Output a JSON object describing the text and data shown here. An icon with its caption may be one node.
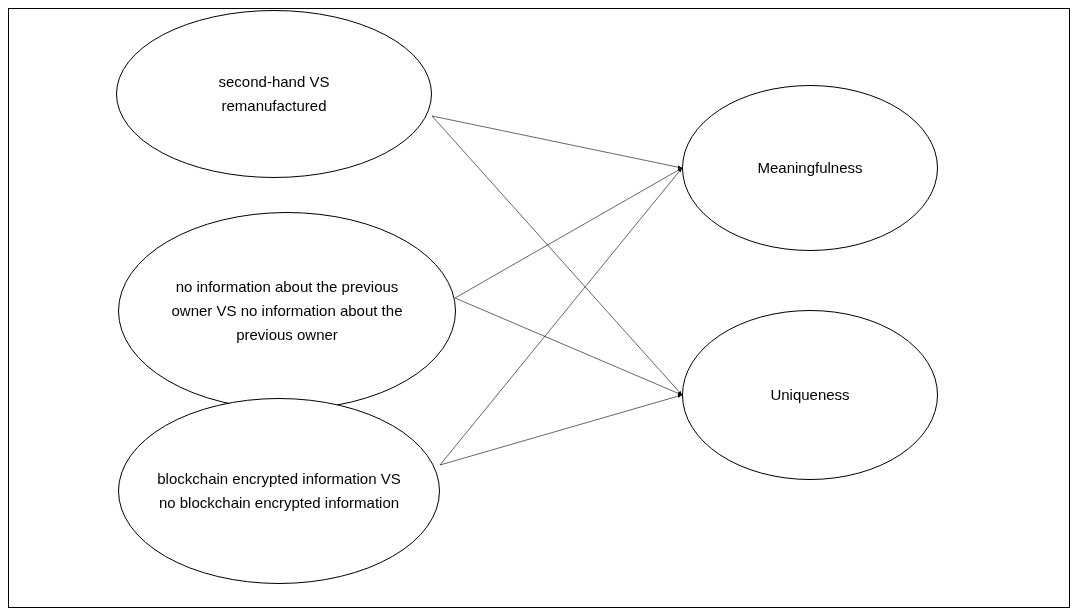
{
  "diagram": {
    "nodes": [
      {
        "text": [
          "second-hand VS remanufactured"
        ]
      },
      {
        "text": [
          "no information about the previous owner VS no information about the previous owner"
        ]
      },
      {
        "text": [
          "blockchain encrypted information VS no blockchain encrypted information"
        ]
      },
      {
        "text": [
          "Meaningfulness"
        ]
      },
      {
        "text": [
          "Uniqueness"
        ]
      }
    ],
    "edges": [
      {
        "from": 0,
        "to": 3,
        "arrow": "to"
      },
      {
        "from": 0,
        "to": 4,
        "arrow": "to"
      },
      {
        "from": 1,
        "to": 3,
        "arrow": "to"
      },
      {
        "from": 1,
        "to": 4,
        "arrow": "to"
      },
      {
        "from": 2,
        "to": 3,
        "arrow": "to"
      },
      {
        "from": 2,
        "to": 4,
        "arrow": "to"
      }
    ]
  }
}
